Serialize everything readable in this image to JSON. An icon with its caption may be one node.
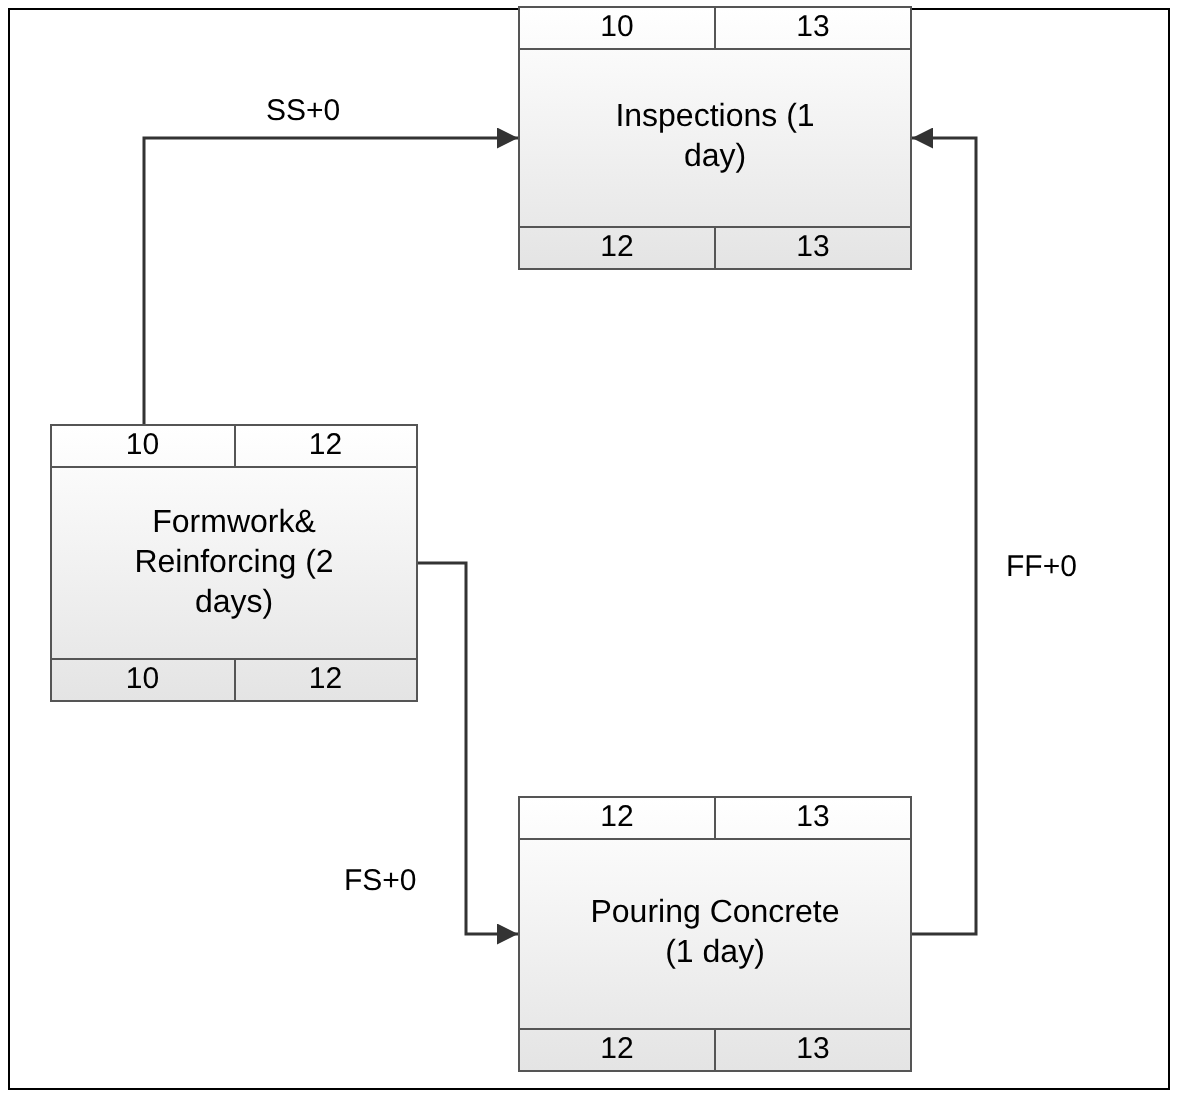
{
  "diagram": {
    "nodes": [
      {
        "text": [
          "10",
          "13",
          "Inspections (1 day)",
          "12",
          "13"
        ]
      },
      {
        "text": [
          "10",
          "12",
          "Formwork& Reinforcing (2 days)",
          "10",
          "12"
        ]
      },
      {
        "text": [
          "12",
          "13",
          "Pouring Concrete (1 day)",
          "12",
          "13"
        ]
      }
    ],
    "edges": [
      {
        "from": 1,
        "to": 0,
        "arrow": "to",
        "label": "SS+0"
      },
      {
        "from": 1,
        "to": 2,
        "arrow": "to",
        "label": "FS+0"
      },
      {
        "from": 2,
        "to": 0,
        "arrow": "to",
        "label": "FF+0"
      }
    ]
  }
}
